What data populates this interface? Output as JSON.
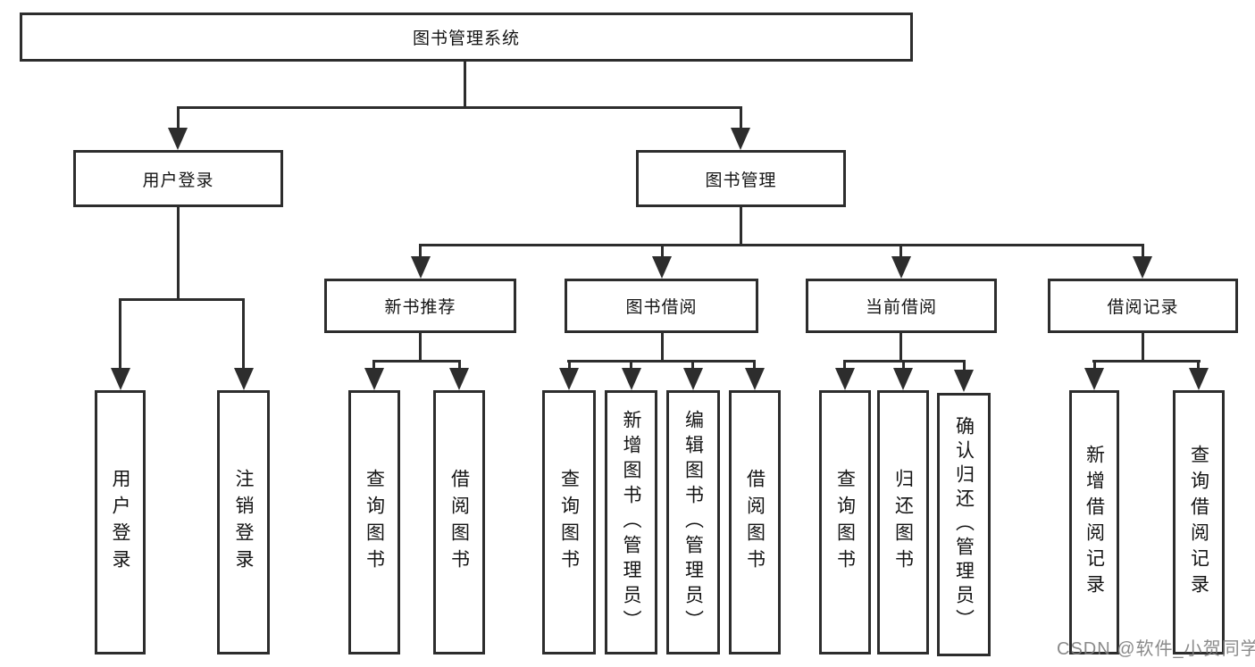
{
  "diagram": {
    "type": "hierarchy-tree",
    "colors": {
      "line": "#2d2d2d",
      "box_border": "#2d2d2d",
      "box_bg": "#ffffff",
      "text": "#141414",
      "watermark": "#7d7d7d"
    },
    "nodes": {
      "root": "图书管理系统",
      "user_login": "用户登录",
      "book_mgmt": "图书管理",
      "new_book_rec": "新书推荐",
      "book_borrow": "图书借阅",
      "current_borrow": "当前借阅",
      "borrow_record": "借阅记录",
      "user_login_leaf": "用户登录",
      "logout_leaf": "注销登录",
      "query_book_1": "查询图书",
      "borrow_book_1": "借阅图书",
      "query_book_2": "查询图书",
      "add_book_admin": "新增图书（管理员）",
      "edit_book_admin": "编辑图书（管理员）",
      "borrow_book_2": "借阅图书",
      "query_book_3": "查询图书",
      "return_book": "归还图书",
      "confirm_return_admin": "确认归还（管理员）",
      "add_borrow_record": "新增借阅记录",
      "query_borrow_record": "查询借阅记录"
    }
  },
  "watermark": "CSDN @软件_小贺同学"
}
